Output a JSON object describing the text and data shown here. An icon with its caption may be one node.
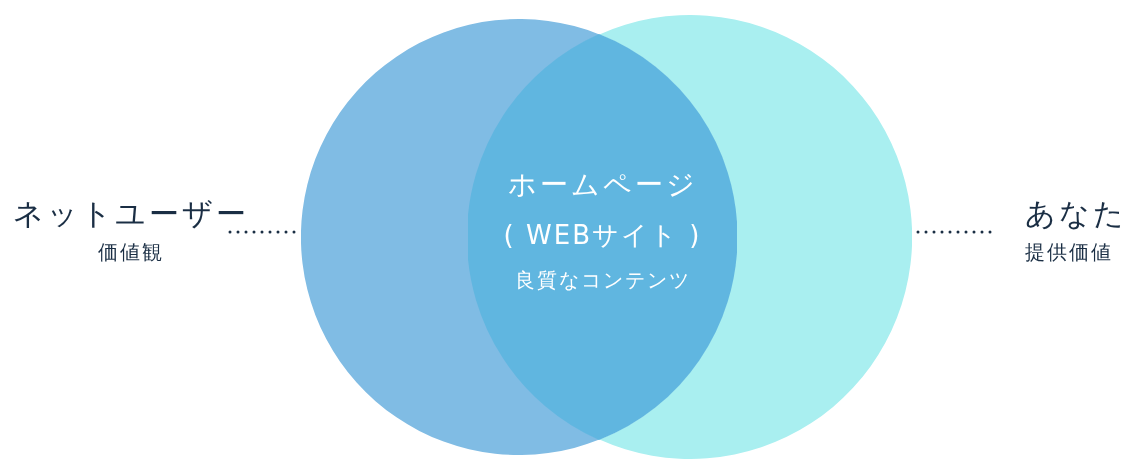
{
  "diagram": {
    "nodes": [
      {
        "text": [
          "ネットユーザー",
          "価値観"
        ]
      },
      {
        "text": [],
        "shape": "circle"
      },
      {
        "text": [
          "ホームページ",
          "( WEBサイト )",
          "良質なコンテンツ"
        ]
      },
      {
        "text": [],
        "shape": "circle"
      },
      {
        "text": [
          "あなた",
          "提供価値"
        ]
      }
    ],
    "edges": [
      {
        "from": 0,
        "to": 1,
        "arrow": "none",
        "style": "dashed"
      },
      {
        "from": 4,
        "to": 3,
        "arrow": "none",
        "style": "dashed"
      }
    ]
  }
}
